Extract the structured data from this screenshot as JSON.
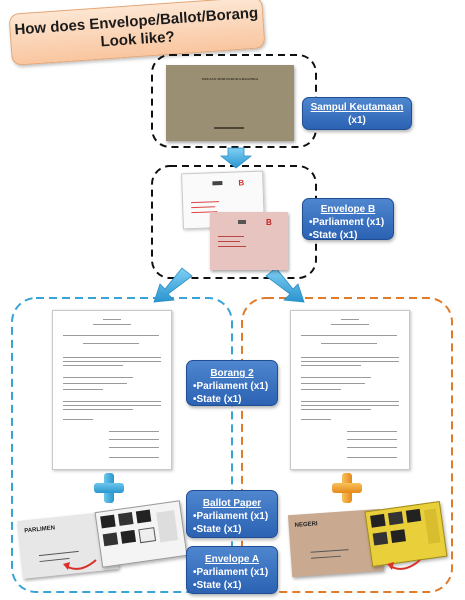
{
  "title": {
    "line1": "How does Envelope/Ballot/Borang",
    "line2": "Look like?"
  },
  "sampul": {
    "title": "Sampul Keutamaan",
    "qty": "(x1)",
    "envelope_text": "URUSAN SERI PADUKA BAGINDA"
  },
  "envelope_b": {
    "title": "Envelope B",
    "items": [
      "•Parliament (x1)",
      "•State (x1)"
    ],
    "card_letter": "B"
  },
  "borang2": {
    "title": "Borang 2",
    "items": [
      "•Parliament (x1)",
      "•State (x1)"
    ]
  },
  "ballot": {
    "title": "Ballot Paper",
    "items": [
      "•Parliament (x1)",
      "•State (x1)"
    ]
  },
  "envelope_a": {
    "title": "Envelope A",
    "items": [
      "•Parliament (x1)",
      "•State (x1)"
    ]
  },
  "left_envelope_label": "PARLIMEN",
  "right_envelope_label": "NEGERI",
  "colors": {
    "blue_dash": "#38a3d6",
    "orange_dash": "#e07b2a",
    "blue_cross": "#33a8dc",
    "orange_cross": "#f29a22",
    "arrow": "#3fb1e6"
  }
}
